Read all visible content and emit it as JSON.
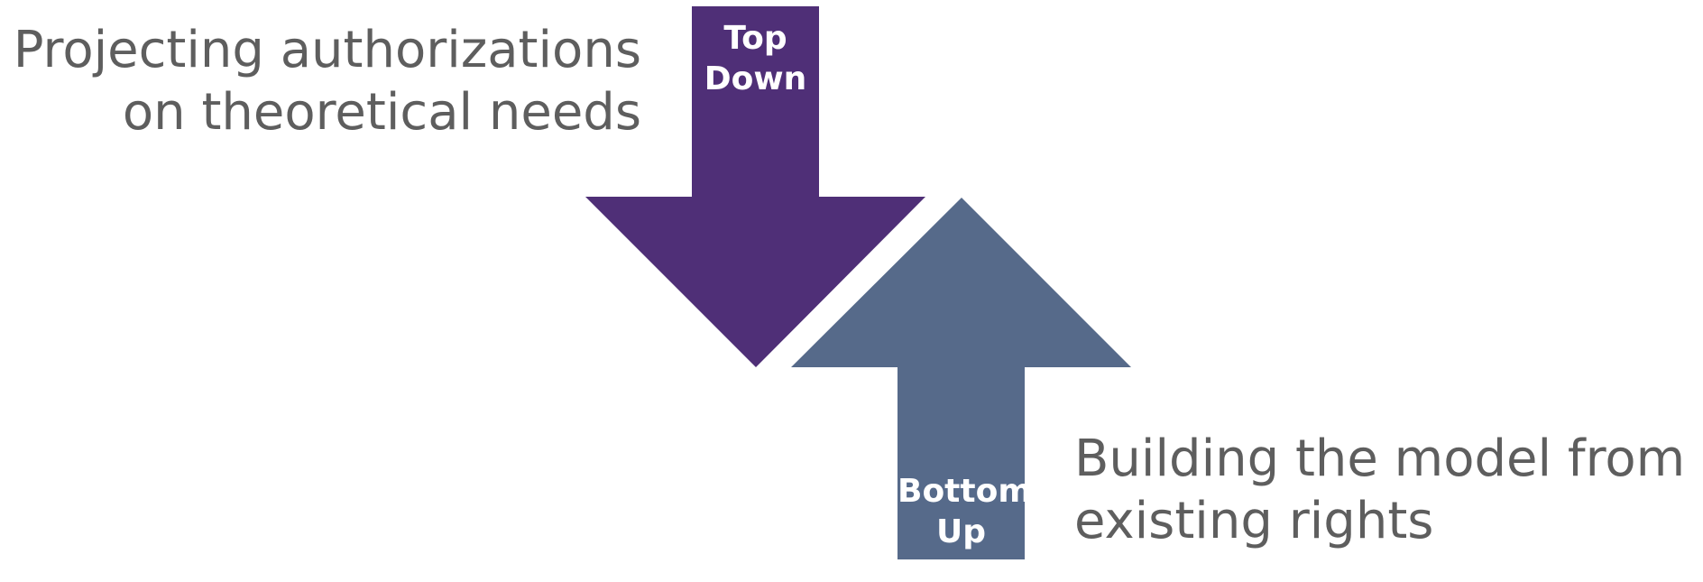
{
  "diagram": {
    "top_down": {
      "label_lines": [
        "Top",
        "Down"
      ],
      "caption_lines": [
        "Projecting authorizations",
        "on theoretical needs"
      ],
      "color": "#4f2f77"
    },
    "bottom_up": {
      "label_lines": [
        "Bottom",
        "Up"
      ],
      "caption_lines": [
        "Building the model from",
        "existing rights"
      ],
      "color": "#566a8a"
    },
    "text_color": "#5e5e5e"
  }
}
